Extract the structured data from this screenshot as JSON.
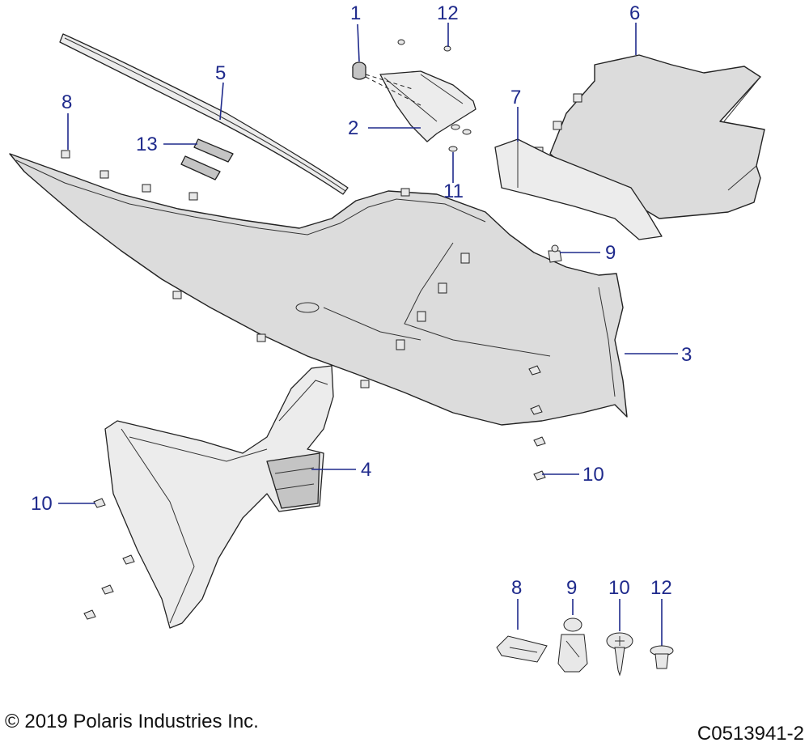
{
  "callouts": {
    "c1": "1",
    "c2": "2",
    "c3": "3",
    "c4": "4",
    "c5": "5",
    "c6": "6",
    "c7": "7",
    "c8": "8",
    "c9": "9",
    "c10a": "10",
    "c10b": "10",
    "c11": "11",
    "c12": "12",
    "c13": "13"
  },
  "legend": {
    "l8": "8",
    "l9": "9",
    "l10": "10",
    "l12": "12"
  },
  "footer": {
    "copyright": "© 2019 Polaris Industries Inc.",
    "drawing_number": "C0513941-2"
  },
  "colors": {
    "callout": "#1f2a8c",
    "part_fill": "#dcdcdc",
    "outline": "#222222"
  }
}
